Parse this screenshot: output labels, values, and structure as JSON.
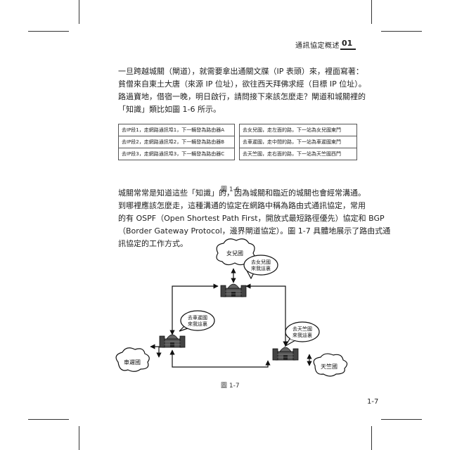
{
  "header": {
    "section_title": "通訊協定概述",
    "chapter_number": "01"
  },
  "paragraph1": {
    "lines": [
      "一旦跨越城關（閘道），就需要拿出通關文牒（IP 表頭）來，裡面寫著：",
      "貧僧來自東土大唐（來源 IP 位址），欲往西天拜佛求經（目標 IP 位址）。",
      "路過寶地，借宿一晚，明日啟行，請問接下來該怎麼走？閘道和城關裡的",
      "「知識」類比如圖 1-6 所示。"
    ]
  },
  "route_table_left": {
    "rows": [
      "去IP段1，走網路通訊埠1，下一輛發為路由器A",
      "去IP段2，走網路通訊埠2，下一輛發為路由器B",
      "去IP段3，走網路通訊埠3，下一輛發為路由器C"
    ]
  },
  "route_table_right": {
    "rows": [
      "去女兒國，走左面的路，下一站為女兒國東門",
      "去車遲國，走中間的路，下一站為車遲國東門",
      "去天竺國，走右面的路，下一站為天竺國西門"
    ]
  },
  "figure1_caption": "圖 1-6",
  "paragraph2": {
    "lines": [
      "城關常常是知道這些「知識」的，因為城關和臨近的城關也會經常溝通。",
      "到哪裡應該怎麼走，這種溝通的協定在網路中稱為路由式通訊協定，常用",
      "的有 OSPF（Open Shortest Path First，開放式最短路徑優先）協定和 BGP",
      "（Border Gateway Protocol，邊界閘道協定）。圖 1-7 具體地展示了路由式通",
      "訊協定的工作方式。"
    ]
  },
  "diagram": {
    "clouds": {
      "nuerguo": "女兒國",
      "chechiguo": "車遲國",
      "tianzhuguo": "天竺國"
    },
    "speech_bubbles": {
      "top": [
        "去女兒國",
        "來我這裏"
      ],
      "left": [
        "去車遲國",
        "來我這裏"
      ],
      "right": [
        "去天竺國",
        "來我這裏"
      ]
    }
  },
  "figure2_caption": "圖 1-7",
  "page_number": "1-7"
}
